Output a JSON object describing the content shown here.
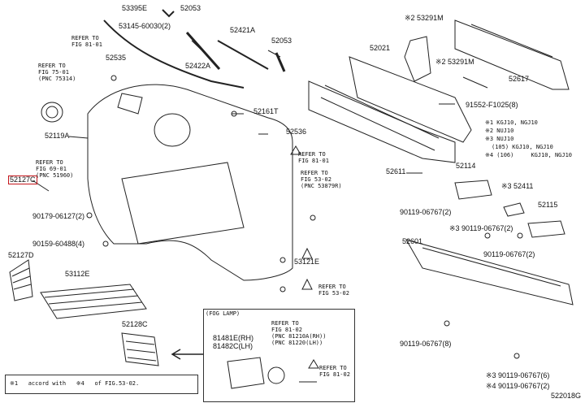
{
  "parts": [
    {
      "id": "p53395E",
      "text": "53395E"
    },
    {
      "id": "p52053a",
      "text": "52053"
    },
    {
      "id": "p53145",
      "text": "53145-60030(2)"
    },
    {
      "id": "p52535",
      "text": "52535"
    },
    {
      "id": "p52421A",
      "text": "52421A"
    },
    {
      "id": "p52053b",
      "text": "52053"
    },
    {
      "id": "p52422A",
      "text": "52422A"
    },
    {
      "id": "p52161T",
      "text": "52161T"
    },
    {
      "id": "p52536",
      "text": "52536"
    },
    {
      "id": "p52119A",
      "text": "52119A"
    },
    {
      "id": "p52127C",
      "text": "52127C"
    },
    {
      "id": "p90179",
      "text": "90179-06127(2)"
    },
    {
      "id": "p90159",
      "text": "90159-60488(4)"
    },
    {
      "id": "p52127D",
      "text": "52127D"
    },
    {
      "id": "p53112E",
      "text": "53112E"
    },
    {
      "id": "p53121E",
      "text": "53121E"
    },
    {
      "id": "p52128C",
      "text": "52128C"
    },
    {
      "id": "p53291M",
      "text": "※2 53291M"
    },
    {
      "id": "p53291M2",
      "text": "※2 53291M"
    },
    {
      "id": "p52021",
      "text": "52021"
    },
    {
      "id": "p52617",
      "text": "52617"
    },
    {
      "id": "p91552",
      "text": "91552-F1025(8)"
    },
    {
      "id": "p52611",
      "text": "52611"
    },
    {
      "id": "p52114",
      "text": "52114"
    },
    {
      "id": "p52411",
      "text": "※3 52411"
    },
    {
      "id": "p52115",
      "text": "52115"
    },
    {
      "id": "p90119a",
      "text": "90119-06767(2)"
    },
    {
      "id": "p90119b",
      "text": "※3 90119-06767(2)"
    },
    {
      "id": "p52601",
      "text": "52601"
    },
    {
      "id": "p90119c",
      "text": "90119-06767(2)"
    },
    {
      "id": "p90119d",
      "text": "90119-06767(8)"
    },
    {
      "id": "p90119e",
      "text": "※3 90119-06767(6)"
    },
    {
      "id": "p90119f",
      "text": "※4 90119-06767(2)"
    },
    {
      "id": "p81481E",
      "text": "81481E(RH)"
    },
    {
      "id": "p81482C",
      "text": "81482C(LH)"
    }
  ],
  "refs": [
    {
      "id": "r81_01a",
      "text": "REFER TO\nFIG 81-01"
    },
    {
      "id": "r75_01",
      "text": "REFER TO\nFIG 75-01\n(PNC 75314)"
    },
    {
      "id": "r69_01",
      "text": "REFER TO\nFIG 69-01\n(PNC 51960)"
    },
    {
      "id": "r81_01b",
      "text": "REFER TO\nFIG 81-01"
    },
    {
      "id": "r53_02a",
      "text": "REFER TO\nFIG 53-02\n(PNC 53879R)"
    },
    {
      "id": "r53_02b",
      "text": "REFER TO\nFIG 53-02"
    },
    {
      "id": "r81_02a",
      "text": "REFER TO\nFIG 81-02\n(PNC 81210A(RH))\n(PNC 81220(LH))"
    },
    {
      "id": "r81_02b",
      "text": "REFER TO\nFIG 81-02"
    }
  ],
  "notes": [
    {
      "id": "n1",
      "text": "※1 KGJ10, NGJ10"
    },
    {
      "id": "n2",
      "text": "※2 NUJ10"
    },
    {
      "id": "n3",
      "text": "※3 NUJ10"
    },
    {
      "id": "n4",
      "text": "(105) KGJ10, NGJ10"
    },
    {
      "id": "n5",
      "text": "※4 (106)     KGJ10, NGJ10"
    }
  ],
  "inset_title": "(FOG LAMP)",
  "footer": "※1   accord with   ※4   of FIG.53-02.",
  "code": "522018G",
  "colors": {
    "line": "#222222",
    "highlight": "#c4161c"
  }
}
